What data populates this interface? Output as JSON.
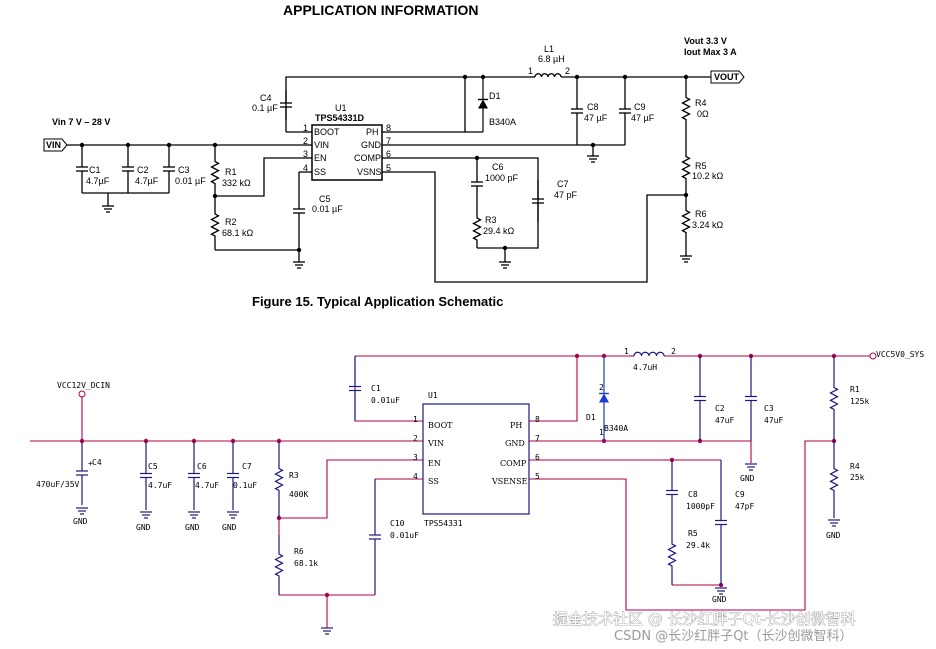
{
  "top": {
    "heading": "APPLICATION INFORMATION",
    "figure_caption": "Figure 15.  Typical Application Schematic",
    "vout_label": "Vout 3.3 V",
    "iout_label": "Iout Max 3 A",
    "vin_label": "Vin  7 V – 28 V",
    "ports": {
      "vin": "VIN",
      "vout": "VOUT"
    },
    "inductor": {
      "ref": "L1",
      "value": "6.8 µH",
      "pin1": "1",
      "pin2": "2"
    },
    "diode": {
      "ref": "D1",
      "part": "B340A"
    },
    "ic": {
      "ref": "U1",
      "part": "TPS54331D",
      "left_pins": [
        {
          "num": "1",
          "name": "BOOT"
        },
        {
          "num": "2",
          "name": "VIN"
        },
        {
          "num": "3",
          "name": "EN"
        },
        {
          "num": "4",
          "name": "SS"
        }
      ],
      "right_pins": [
        {
          "num": "8",
          "name": "PH"
        },
        {
          "num": "7",
          "name": "GND"
        },
        {
          "num": "6",
          "name": "COMP"
        },
        {
          "num": "5",
          "name": "VSNS"
        }
      ]
    },
    "components": {
      "c1": {
        "ref": "C1",
        "value": "4.7µF"
      },
      "c2": {
        "ref": "C2",
        "value": "4.7µF"
      },
      "c3": {
        "ref": "C3",
        "value": "0.01 µF"
      },
      "c4": {
        "ref": "C4",
        "value": "0.1 µF"
      },
      "c5": {
        "ref": "C5",
        "value": "0.01 µF"
      },
      "c6": {
        "ref": "C6",
        "value": "1000 pF"
      },
      "c7": {
        "ref": "C7",
        "value": "47 pF"
      },
      "c8": {
        "ref": "C8",
        "value": "47 µF"
      },
      "c9": {
        "ref": "C9",
        "value": "47 µF"
      },
      "r1": {
        "ref": "R1",
        "value": "332 kΩ"
      },
      "r2": {
        "ref": "R2",
        "value": "68.1 kΩ"
      },
      "r3": {
        "ref": "R3",
        "value": "29.4 kΩ"
      },
      "r4": {
        "ref": "R4",
        "value": "0Ω"
      },
      "r5": {
        "ref": "R5",
        "value": "10.2 kΩ"
      },
      "r6": {
        "ref": "R6",
        "value": "3.24 kΩ"
      }
    }
  },
  "bottom": {
    "vin_net": "VCC12V_DCIN",
    "vout_net": "VCC5V0_SYS",
    "gnd": "GND",
    "inductor": {
      "value": "4.7uH",
      "pin1": "1",
      "pin2": "2"
    },
    "diode": {
      "ref": "D1",
      "part": "B340A",
      "pin1": "1",
      "pin2": "2"
    },
    "ic": {
      "ref": "U1",
      "part": "TPS54331",
      "left_pins": [
        {
          "num": "1",
          "name": "BOOT"
        },
        {
          "num": "2",
          "name": "VIN"
        },
        {
          "num": "3",
          "name": "EN"
        },
        {
          "num": "4",
          "name": "SS"
        }
      ],
      "right_pins": [
        {
          "num": "8",
          "name": "PH"
        },
        {
          "num": "7",
          "name": "GND"
        },
        {
          "num": "6",
          "name": "COMP"
        },
        {
          "num": "5",
          "name": "VSENSE"
        }
      ]
    },
    "components": {
      "c1": {
        "ref": "C1",
        "value": "0.01uF"
      },
      "c2": {
        "ref": "C2",
        "value": "47uF"
      },
      "c3": {
        "ref": "C3",
        "value": "47uF"
      },
      "c4": {
        "ref": "C4",
        "value": "470uF/35V"
      },
      "c5": {
        "ref": "C5",
        "value": "4.7uF"
      },
      "c6": {
        "ref": "C6",
        "value": "4.7uF"
      },
      "c7": {
        "ref": "C7",
        "value": "0.1uF"
      },
      "c8": {
        "ref": "C8",
        "value": "1000pF"
      },
      "c9": {
        "ref": "C9",
        "value": "47pF"
      },
      "c10": {
        "ref": "C10",
        "value": "0.01uF"
      },
      "r1": {
        "ref": "R1",
        "value": "125k"
      },
      "r3": {
        "ref": "R3",
        "value": "400K"
      },
      "r4": {
        "ref": "R4",
        "value": "25k"
      },
      "r5": {
        "ref": "R5",
        "value": "29.4k"
      },
      "r6": {
        "ref": "R6",
        "value": "68.1k"
      }
    }
  },
  "watermark": {
    "line1": "掘金技术社区 @ 长沙红胖子Qt-长沙创微智科",
    "line2": "CSDN @长沙红胖子Qt（长沙创微智科）"
  }
}
